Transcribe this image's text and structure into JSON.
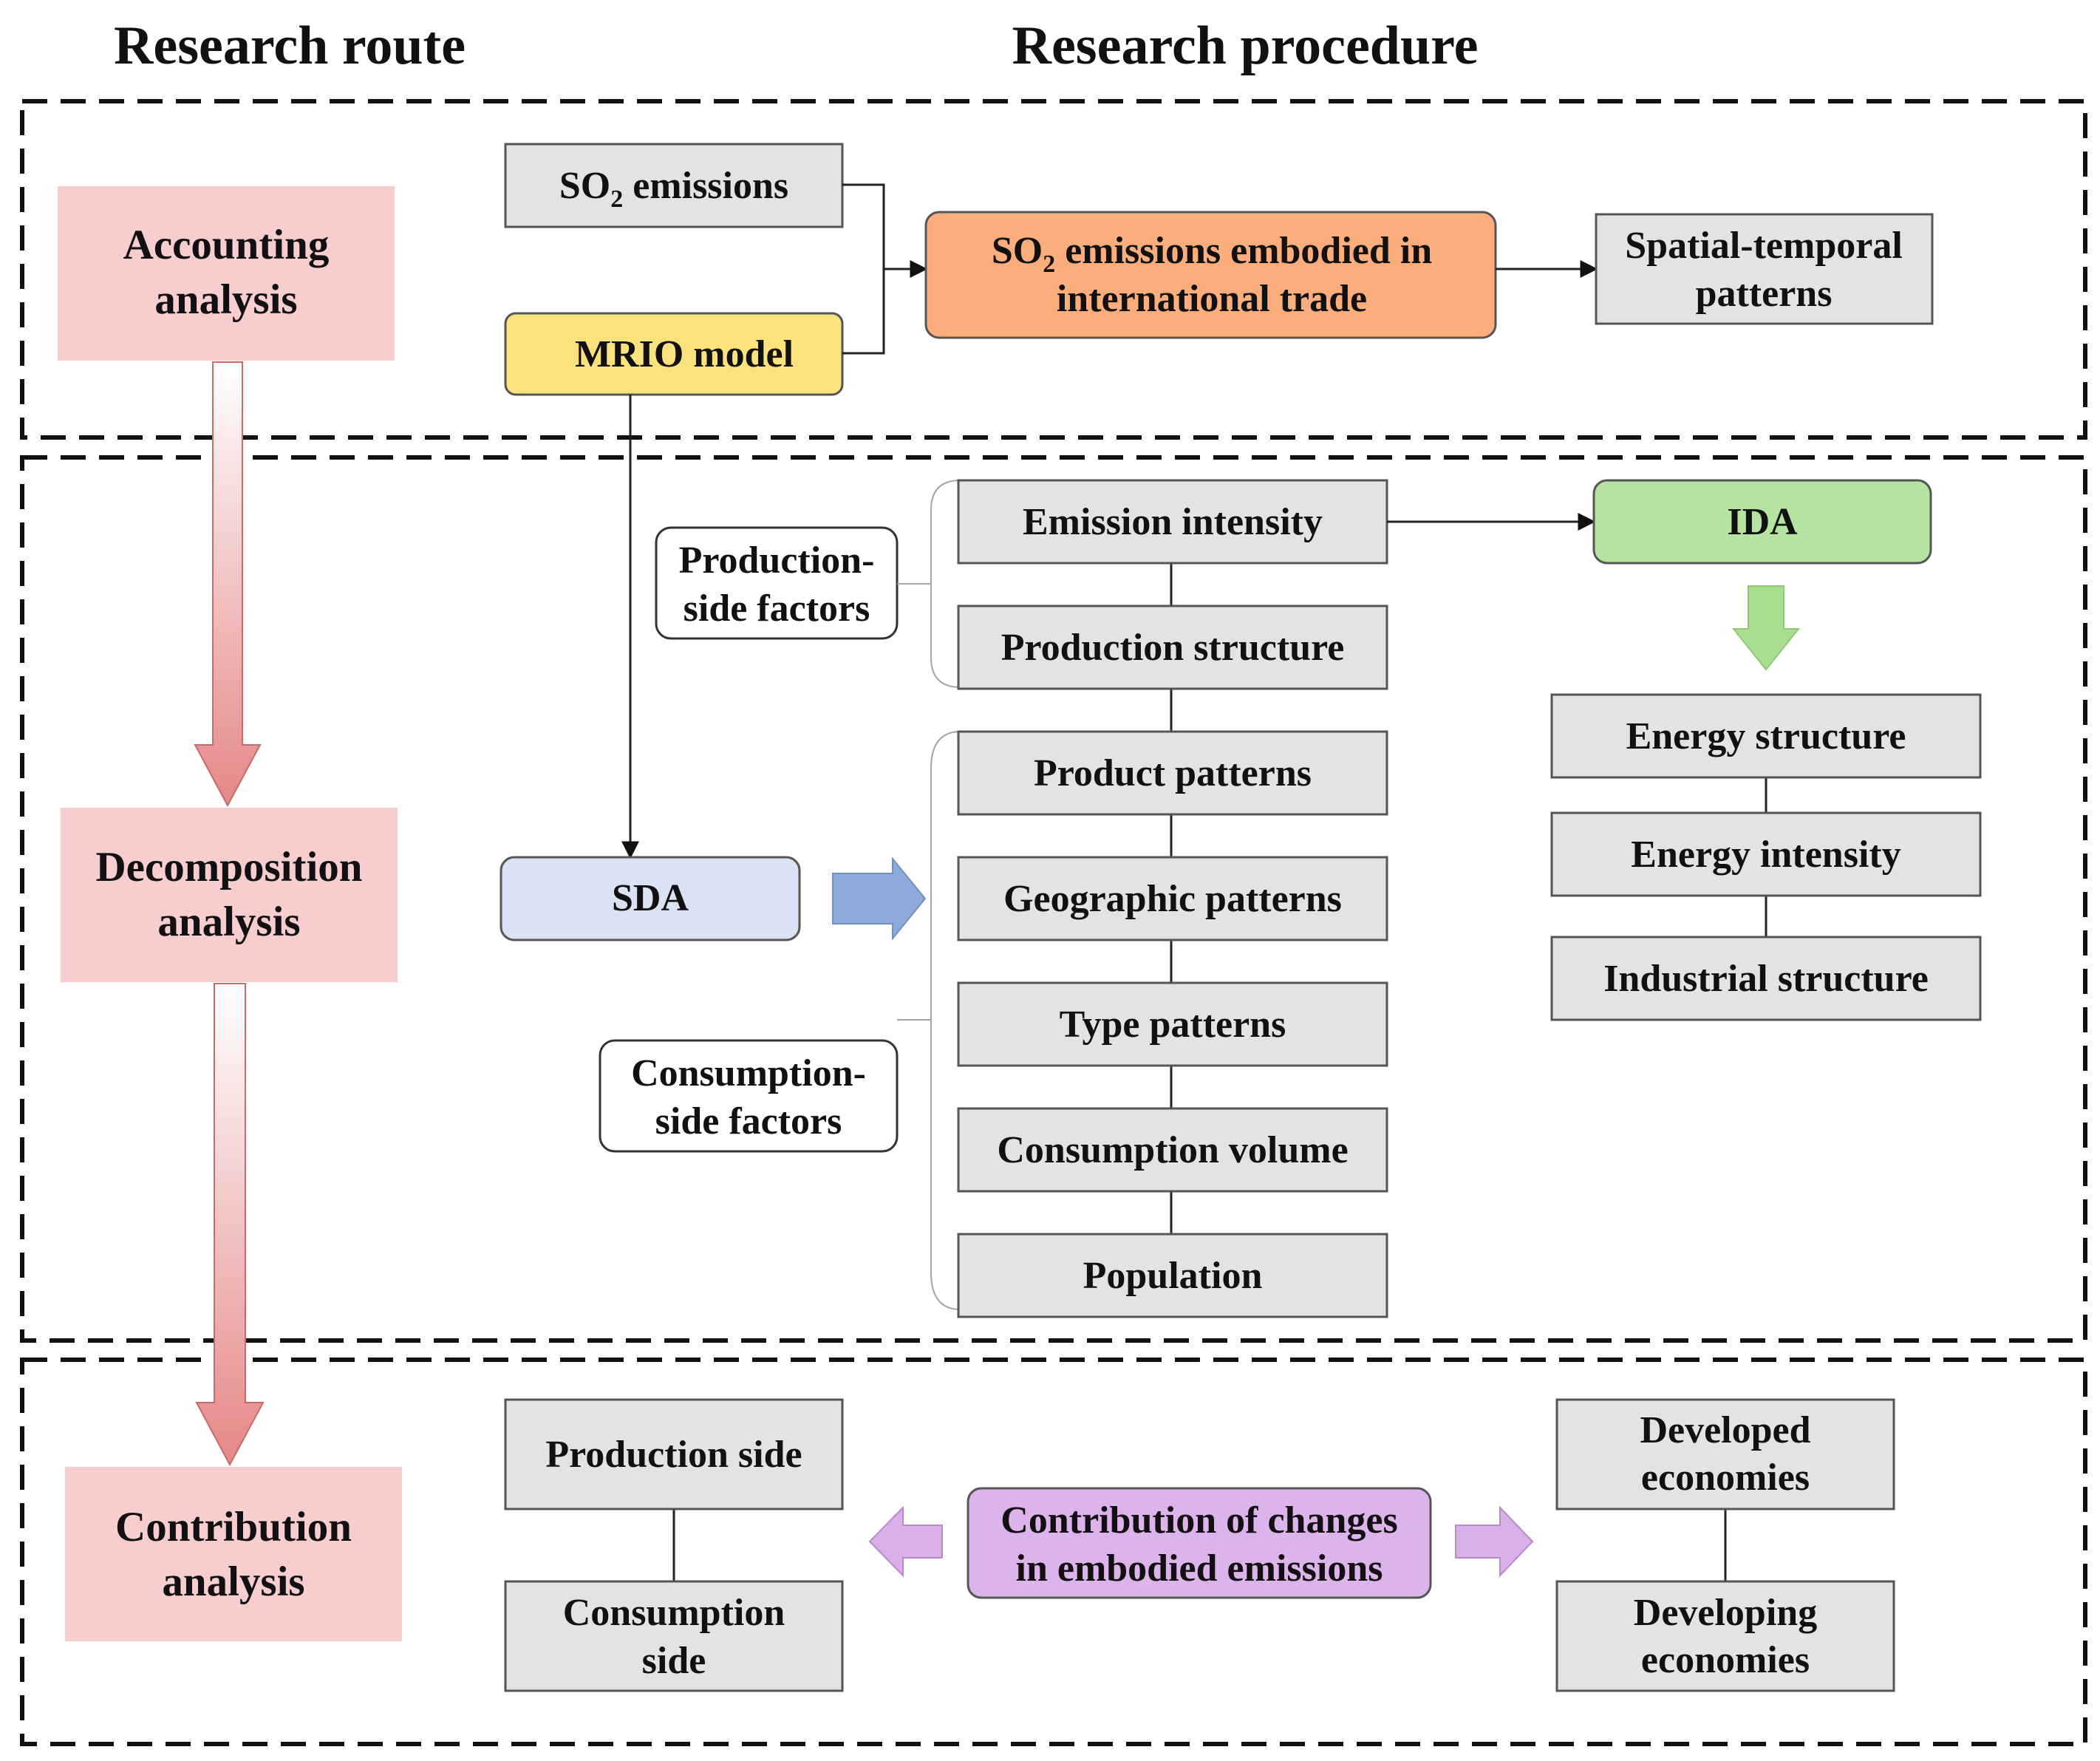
{
  "headers": {
    "route": "Research route",
    "procedure": "Research procedure"
  },
  "route": {
    "accounting": [
      "Accounting",
      "analysis"
    ],
    "decomposition": [
      "Decomposition",
      "analysis"
    ],
    "contribution": [
      "Contribution",
      "analysis"
    ]
  },
  "section1": {
    "so2_emissions": {
      "pre": "SO",
      "sub": "2",
      "post": " emissions"
    },
    "mrio": "MRIO model",
    "embodied": {
      "line1_pre": "SO",
      "line1_sub": "2",
      "line1_post": " emissions embodied in",
      "line2": "international trade"
    },
    "spatial": [
      "Spatial-temporal",
      "patterns"
    ]
  },
  "section2": {
    "production_side_factors": [
      "Production-",
      "side factors"
    ],
    "consumption_side_factors": [
      "Consumption-",
      "side factors"
    ],
    "sda": "SDA",
    "ida": "IDA",
    "factors": [
      "Emission intensity",
      "Production structure",
      "Product patterns",
      "Geographic patterns",
      "Type patterns",
      "Consumption volume",
      "Population"
    ],
    "ida_factors": [
      "Energy structure",
      "Energy intensity",
      "Industrial structure"
    ]
  },
  "section3": {
    "production_side": "Production side",
    "consumption_side": [
      "Consumption",
      "side"
    ],
    "contribution": [
      "Contribution of changes",
      "in embodied emissions"
    ],
    "developed": [
      "Developed",
      "economies"
    ],
    "developing": [
      "Developing",
      "economies"
    ]
  },
  "colors": {
    "route_box": "#f7cdcd",
    "route_arrow": "#e58787",
    "mrio": "#fce27c",
    "embodied": "#fbad7c",
    "sda": "#dae3f3",
    "sda_arrow": "#8eaadb",
    "ida": "#b5e3a1",
    "ida_arrow": "#a9dd90",
    "contribution": "#ddb3eb",
    "contribution_arrow": "#d9b0ea",
    "box_gray": "#e3e3e3"
  }
}
